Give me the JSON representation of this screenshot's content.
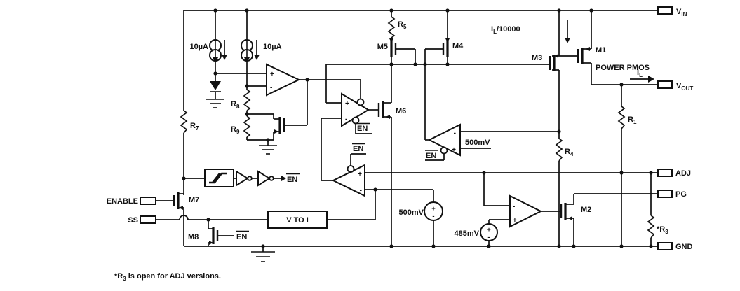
{
  "colors": {
    "ink": "#111111",
    "bg": "#ffffff"
  },
  "labels": {
    "ua10": "10µA",
    "m1": "M1",
    "m2": "M2",
    "m3": "M3",
    "m4": "M4",
    "m5": "M5",
    "m6": "M6",
    "m7": "M7",
    "m8": "M8",
    "power_pmos": "POWER PMOS",
    "vtoi": "V TO I",
    "en": "EN",
    "mv500": "500mV",
    "mv485": "485mV",
    "adj": "ADJ",
    "pg": "PG",
    "gnd": "GND",
    "enable": "ENABLE",
    "ss": "SS",
    "plus": "+",
    "minus": "-",
    "r1b": "R",
    "r1s": "1",
    "r3b": "*R",
    "r3s": "3",
    "r4b": "R",
    "r4s": "4",
    "r5b": "R",
    "r5s": "5",
    "r7b": "R",
    "r7s": "7",
    "r8b": "R",
    "r8s": "8",
    "r9b": "R",
    "r9s": "9",
    "vb": "V",
    "vin_s": "IN",
    "vout_s": "OUT",
    "ib": "I",
    "il_s": "L",
    "il_ratio_rest": "/10000",
    "fn_pre": "*R",
    "fn_sub": "3",
    "fn_post": " is open for ADJ versions."
  }
}
